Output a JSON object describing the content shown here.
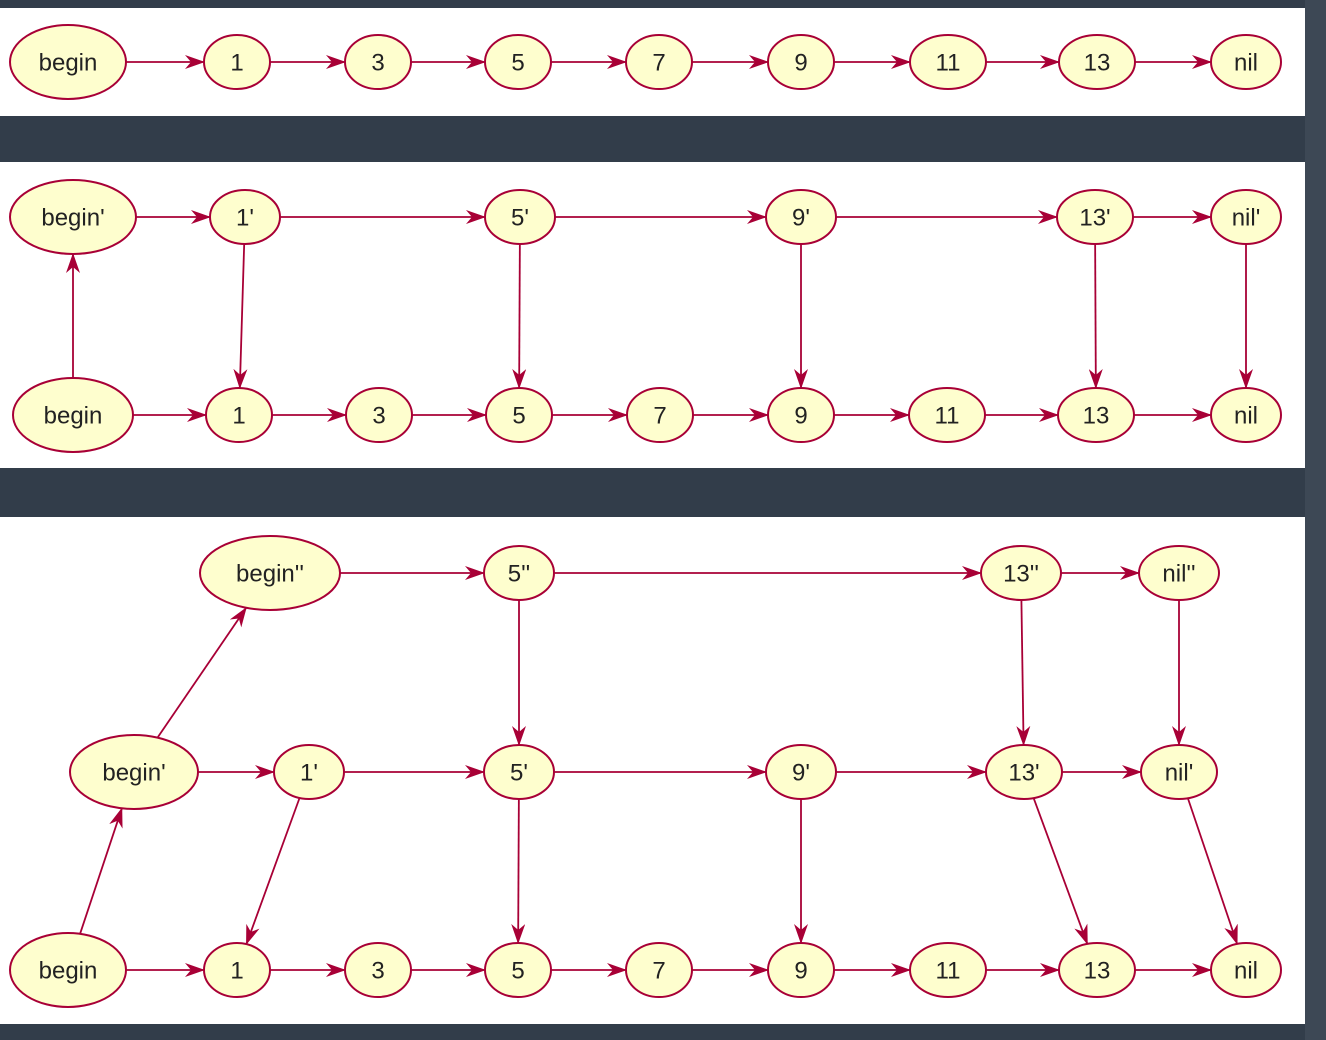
{
  "diagrams": [
    {
      "nodes": {
        "b": "begin",
        "n1": "1",
        "n3": "3",
        "n5": "5",
        "n7": "7",
        "n9": "9",
        "n11": "11",
        "n13": "13",
        "nil": "nil"
      },
      "edges": [
        [
          "b",
          "n1"
        ],
        [
          "n1",
          "n3"
        ],
        [
          "n3",
          "n5"
        ],
        [
          "n5",
          "n7"
        ],
        [
          "n7",
          "n9"
        ],
        [
          "n9",
          "n11"
        ],
        [
          "n11",
          "n13"
        ],
        [
          "n13",
          "nil"
        ]
      ]
    },
    {
      "nodes": {
        "b1": "begin'",
        "p1": "1'",
        "p5": "5'",
        "p9": "9'",
        "p13": "13'",
        "pnil": "nil'",
        "b": "begin",
        "n1": "1",
        "n3": "3",
        "n5": "5",
        "n7": "7",
        "n9": "9",
        "n11": "11",
        "n13": "13",
        "nil": "nil"
      },
      "edges": [
        [
          "b1",
          "p1"
        ],
        [
          "p1",
          "p5"
        ],
        [
          "p5",
          "p9"
        ],
        [
          "p9",
          "p13"
        ],
        [
          "p13",
          "pnil"
        ],
        [
          "b",
          "b1"
        ],
        [
          "p1",
          "n1"
        ],
        [
          "p5",
          "n5"
        ],
        [
          "p9",
          "n9"
        ],
        [
          "p13",
          "n13"
        ],
        [
          "pnil",
          "nil"
        ],
        [
          "b",
          "n1"
        ],
        [
          "n1",
          "n3"
        ],
        [
          "n3",
          "n5"
        ],
        [
          "n5",
          "n7"
        ],
        [
          "n7",
          "n9"
        ],
        [
          "n9",
          "n11"
        ],
        [
          "n11",
          "n13"
        ],
        [
          "n13",
          "nil"
        ]
      ]
    },
    {
      "nodes": {
        "b2": "begin''",
        "q5": "5''",
        "q13": "13''",
        "qnil": "nil''",
        "b1": "begin'",
        "p1": "1'",
        "p5": "5'",
        "p9": "9'",
        "p13": "13'",
        "pnil": "nil'",
        "b": "begin",
        "n1": "1",
        "n3": "3",
        "n5": "5",
        "n7": "7",
        "n9": "9",
        "n11": "11",
        "n13": "13",
        "nil": "nil"
      },
      "edges": [
        [
          "b2",
          "q5"
        ],
        [
          "q5",
          "q13"
        ],
        [
          "q13",
          "qnil"
        ],
        [
          "b1",
          "b2"
        ],
        [
          "q5",
          "p5"
        ],
        [
          "q13",
          "p13"
        ],
        [
          "qnil",
          "pnil"
        ],
        [
          "b1",
          "p1"
        ],
        [
          "p1",
          "p5"
        ],
        [
          "p5",
          "p9"
        ],
        [
          "p9",
          "p13"
        ],
        [
          "p13",
          "pnil"
        ],
        [
          "b",
          "b1"
        ],
        [
          "p1",
          "n1"
        ],
        [
          "p5",
          "n5"
        ],
        [
          "p9",
          "n9"
        ],
        [
          "p13",
          "n13"
        ],
        [
          "pnil",
          "nil"
        ],
        [
          "b",
          "n1"
        ],
        [
          "n1",
          "n3"
        ],
        [
          "n3",
          "n5"
        ],
        [
          "n5",
          "n7"
        ],
        [
          "n7",
          "n9"
        ],
        [
          "n9",
          "n11"
        ],
        [
          "n11",
          "n13"
        ],
        [
          "n13",
          "nil"
        ]
      ]
    }
  ]
}
